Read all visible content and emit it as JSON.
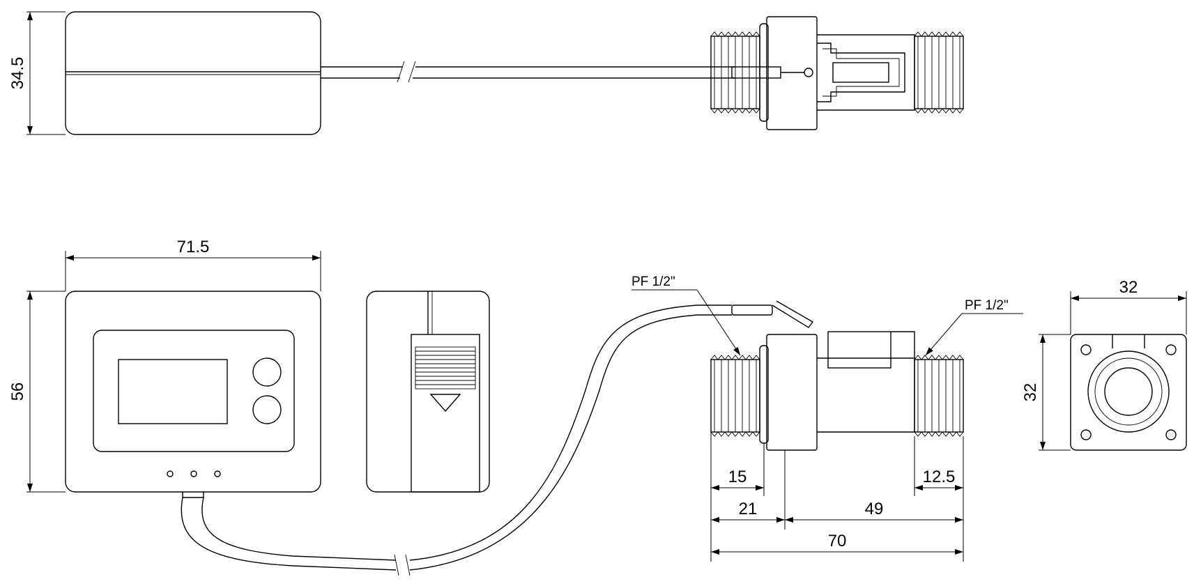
{
  "dimensions": {
    "top_height": "34.5",
    "front_width": "71.5",
    "front_height": "56",
    "thread_left": "15",
    "left_section": "21",
    "body_section": "49",
    "total_length": "70",
    "thread_right": "12.5",
    "end_width": "32",
    "end_height": "32"
  },
  "notes": {
    "thread_left": "PF 1/2\"",
    "thread_right": "PF 1/2\""
  }
}
